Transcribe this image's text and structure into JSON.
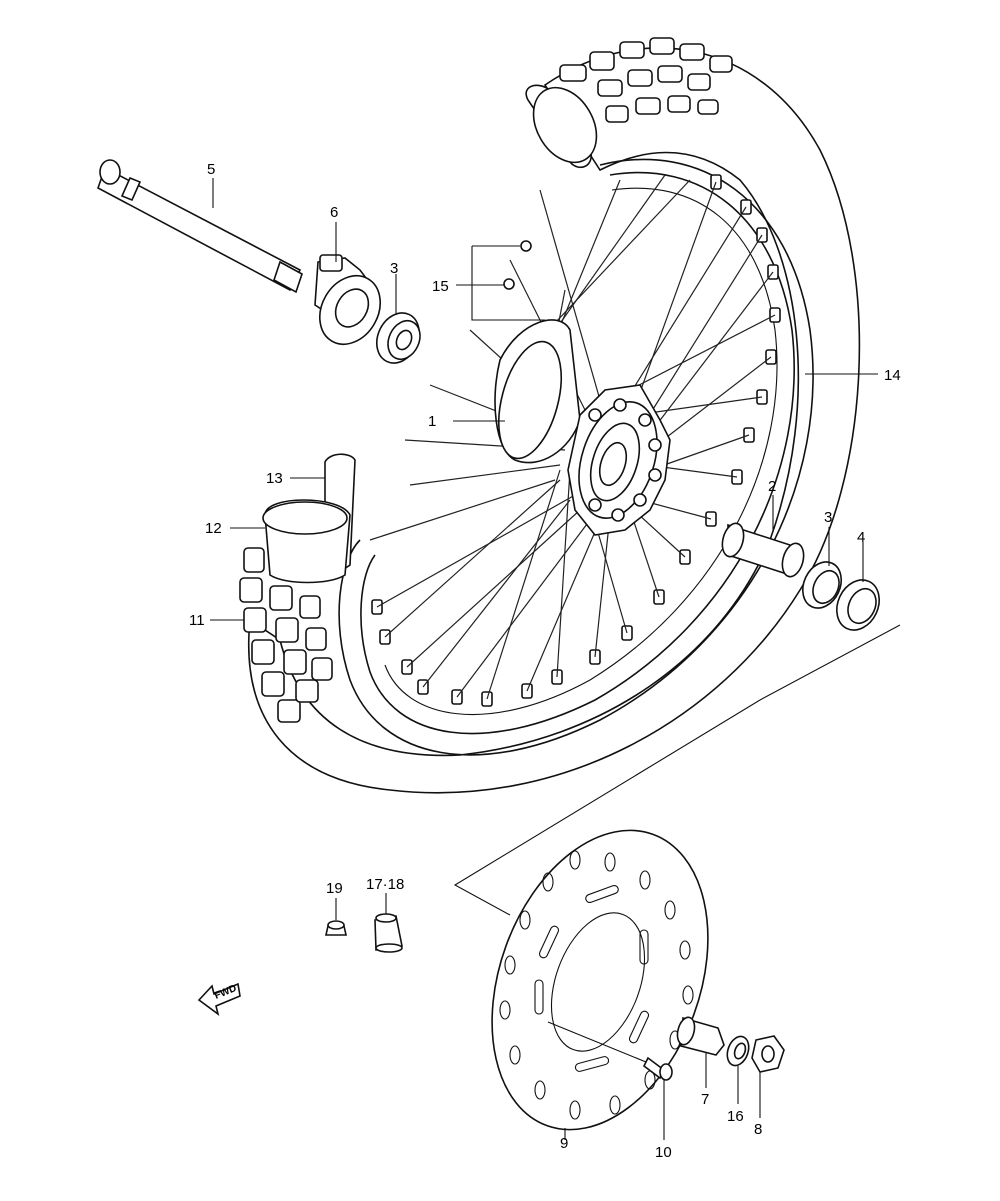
{
  "labels": {
    "l1": "1",
    "l2": "2",
    "l3a": "3",
    "l3b": "3",
    "l4": "4",
    "l5": "5",
    "l6": "6",
    "l7": "7",
    "l8": "8",
    "l9": "9",
    "l10": "10",
    "l11": "11",
    "l12": "12",
    "l13": "13",
    "l14": "14",
    "l15": "15",
    "l16": "16",
    "l17_18": "17·18",
    "l19": "19"
  },
  "fwd": "FWD"
}
